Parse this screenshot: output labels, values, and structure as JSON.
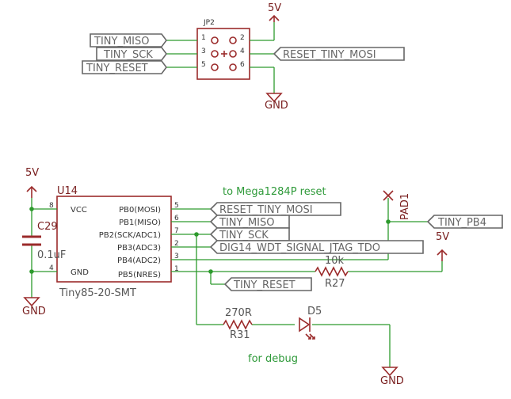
{
  "header": {
    "name": "JP2",
    "pins": [
      "1",
      "2",
      "3",
      "4",
      "5",
      "6"
    ]
  },
  "labels": {
    "tiny_miso": "TINY_MISO",
    "tiny_sck": "TINY_SCK",
    "tiny_reset": "TINY_RESET",
    "reset_tiny_mosi": "RESET_TINY_MOSI",
    "tiny_pb4": "TINY_PB4",
    "dig14": "DIG14_WDT_SIGNAL_JTAG_TDO"
  },
  "supplies": {
    "v5": "5V",
    "gnd": "GND"
  },
  "u14": {
    "ref": "U14",
    "value": "Tiny85-20-SMT",
    "left_pins": [
      {
        "num": "8",
        "name": "VCC"
      },
      {
        "num": "4",
        "name": "GND"
      }
    ],
    "right_pins": [
      {
        "num": "5",
        "name": "PB0(MOSI)"
      },
      {
        "num": "6",
        "name": "PB1(MISO)"
      },
      {
        "num": "7",
        "name": "PB2(SCK/ADC1)"
      },
      {
        "num": "2",
        "name": "PB3(ADC3)"
      },
      {
        "num": "3",
        "name": "PB4(ADC2)"
      },
      {
        "num": "1",
        "name": "PB5(NRES)"
      }
    ]
  },
  "c29": {
    "ref": "C29",
    "value": "0.1uF"
  },
  "r27": {
    "ref": "R27",
    "value": "10k"
  },
  "r31": {
    "ref": "R31",
    "value": "270R"
  },
  "d5": {
    "ref": "D5"
  },
  "pad1": {
    "ref": "PAD1"
  },
  "notes": {
    "reset": "to Mega1284P reset",
    "debug": "for debug"
  }
}
